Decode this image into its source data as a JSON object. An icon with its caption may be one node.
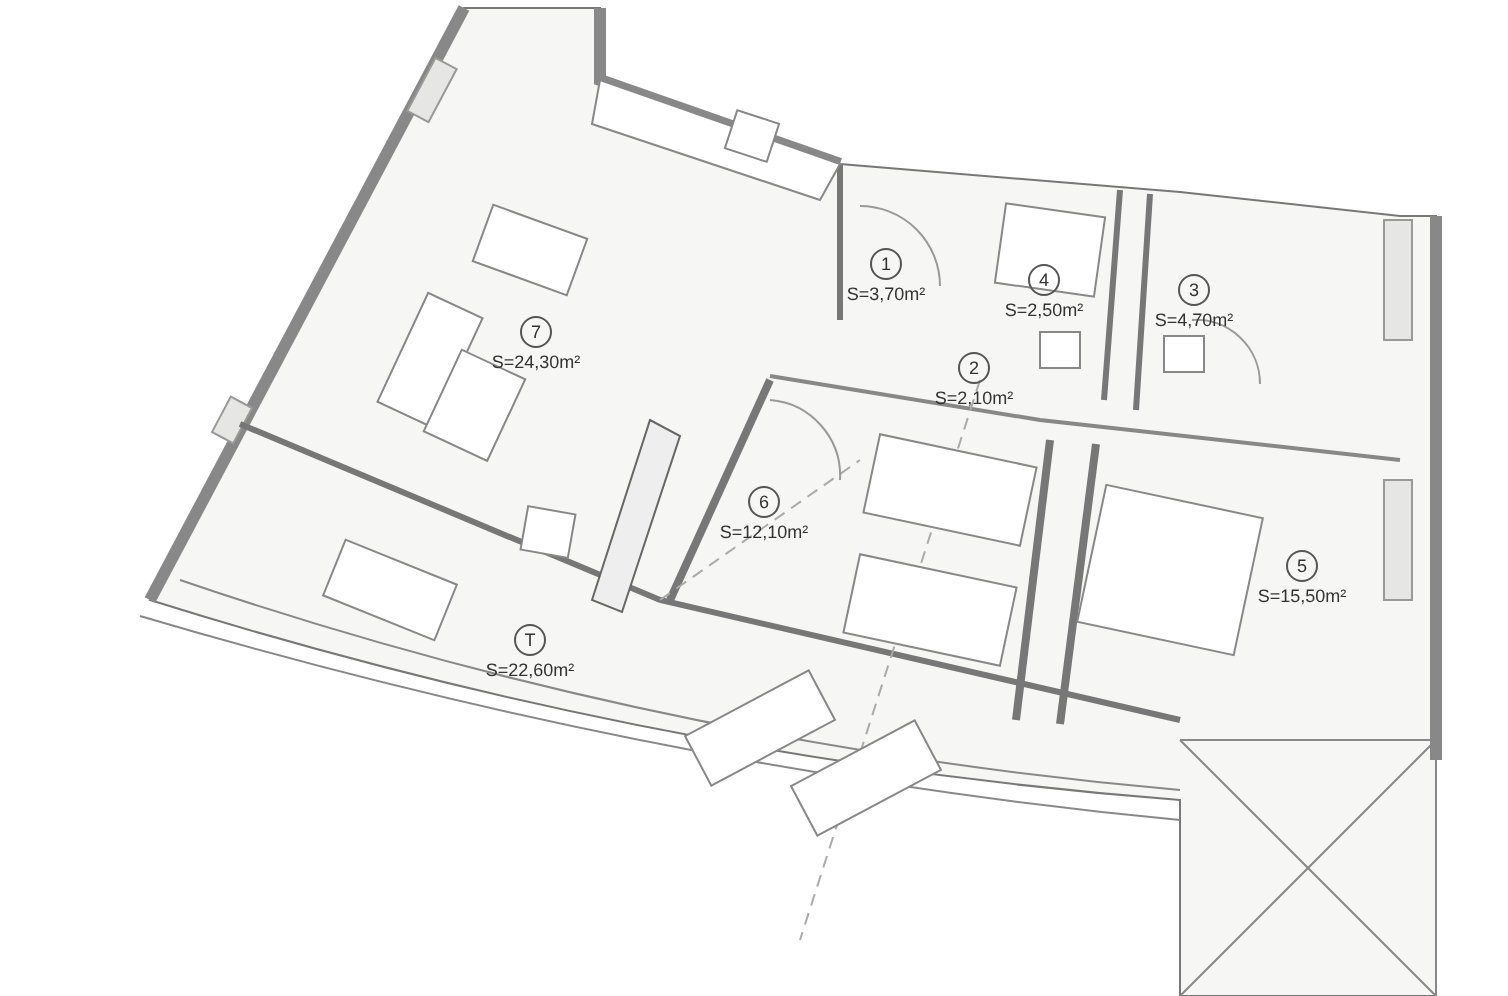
{
  "diagram": {
    "labels": [
      "1",
      "S=3,70m²",
      "4",
      "S=2,50m²",
      "3",
      "S=4,70m²",
      "7",
      "S=24,30m²",
      "2",
      "S=2,10m²",
      "6",
      "S=12,10m²",
      "5",
      "S=15,50m²",
      "T",
      "S=22,60m²"
    ]
  }
}
